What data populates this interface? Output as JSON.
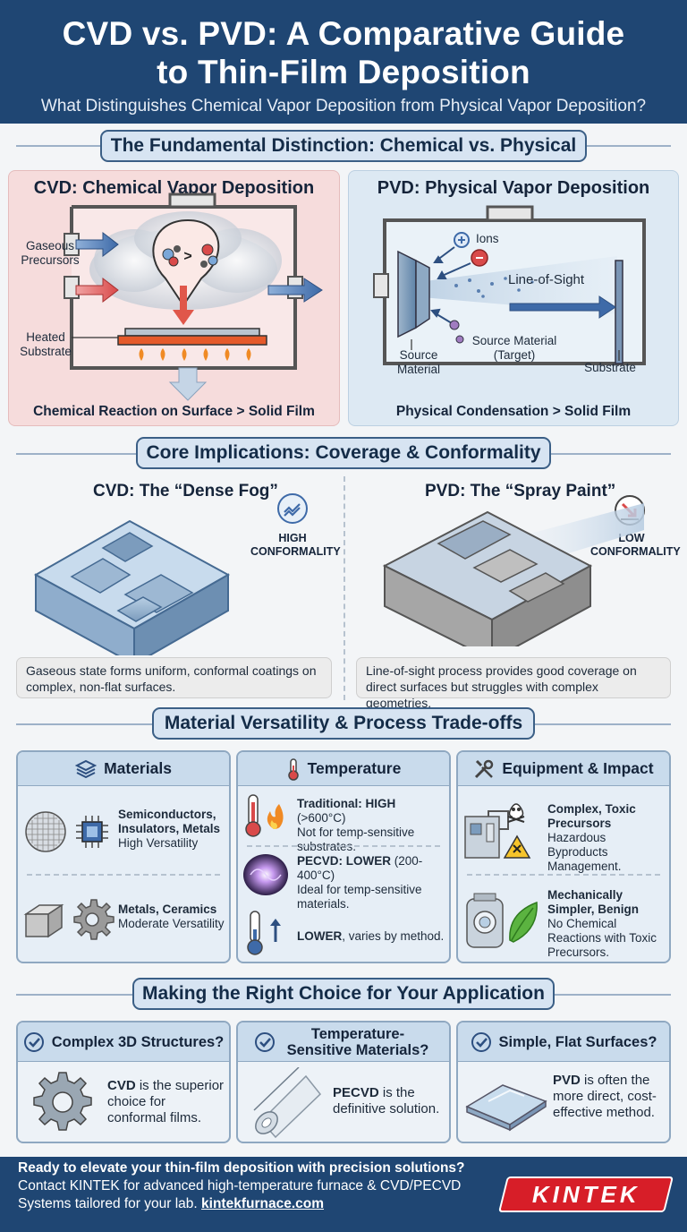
{
  "header": {
    "title_line1": "CVD vs. PVD: A Comparative Guide",
    "title_line2": "to Thin-Film Deposition",
    "subtitle": "What Distinguishes Chemical Vapor Deposition from Physical Vapor Deposition?"
  },
  "section1": {
    "title": "The Fundamental Distinction: Chemical vs. Physical",
    "cvd": {
      "title": "CVD: Chemical Vapor Deposition",
      "label_precursors": "Gaseous Precursors",
      "label_substrate": "Heated Substrate",
      "reaction_symbol": ">",
      "footer": "Chemical Reaction on Surface > Solid Film"
    },
    "pvd": {
      "title": "PVD: Physical Vapor Deposition",
      "label_ions": "Ions",
      "label_line_of_sight": "Line-of-Sight",
      "label_source": "Source Material",
      "label_target": "Source Material (Target)",
      "label_substrate": "Substrate",
      "footer": "Physical Condensation > Solid Film"
    }
  },
  "section2": {
    "title": "Core Implications: Coverage & Conformality",
    "cvd": {
      "title": "CVD: The “Dense Fog”",
      "badge": "HIGH CONFORMALITY",
      "desc": "Gaseous state forms uniform, conformal coatings on complex, non-flat surfaces."
    },
    "pvd": {
      "title": "PVD: The “Spray Paint”",
      "badge": "LOW CONFORMALITY",
      "desc": "Line-of-sight process provides good coverage on direct surfaces but struggles with complex geometries."
    }
  },
  "section3": {
    "title": "Material Versatility & Process Trade-offs",
    "materials": {
      "header": "Materials",
      "item1_title": "Semiconductors, Insulators, Metals",
      "item1_sub": "High Versatility",
      "item2_title": "Metals, Ceramics",
      "item2_sub": "Moderate Versatility"
    },
    "temperature": {
      "header": "Temperature",
      "item1_title": "Traditional: HIGH",
      "item1_value": "(>600°C)",
      "item1_sub": "Not for temp-sensitive substrates.",
      "item2_title": "PECVD: LOWER",
      "item2_value": "(200-400°C)",
      "item2_sub": "Ideal for temp-sensitive materials.",
      "item3_title": "LOWER",
      "item3_sub": ", varies by method."
    },
    "equipment": {
      "header": "Equipment & Impact",
      "item1_title": "Complex, Toxic Precursors",
      "item1_sub": "Hazardous Byproducts Management.",
      "item2_title": "Mechanically Simpler, Benign",
      "item2_sub": "No Chemical Reactions with Toxic Precursors."
    }
  },
  "section4": {
    "title": "Making the Right Choice for Your Application",
    "card1": {
      "header": "Complex 3D Structures?",
      "bold": "CVD",
      "text": " is the superior choice for conformal films."
    },
    "card2": {
      "header": "Temperature-Sensitive Materials?",
      "bold": "PECVD",
      "text": " is the definitive solution."
    },
    "card3": {
      "header": "Simple, Flat Surfaces?",
      "bold": "PVD",
      "text": " is often the more direct, cost-effective method."
    }
  },
  "footer": {
    "line1": "Ready to elevate your thin-film deposition with precision solutions?",
    "line2": "Contact KINTEK for advanced high-temperature furnace & CVD/PECVD",
    "line3": "Systems tailored for your lab. ",
    "link": "kintekfurnace.com",
    "logo": "KINTEK"
  },
  "colors": {
    "navy": "#1f4673",
    "accent_red": "#d71e28",
    "cvd_panel": "#f6dcdc",
    "pvd_panel": "#dde9f3"
  }
}
